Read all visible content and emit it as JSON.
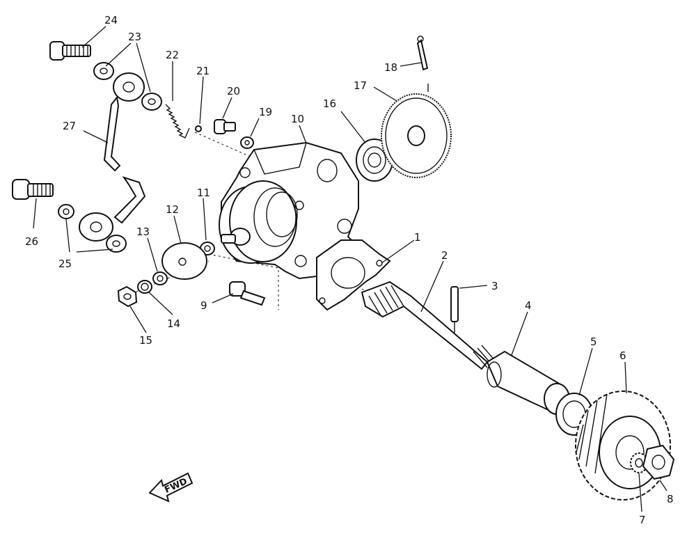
{
  "fwd_label": "FWD",
  "labels": [
    {
      "id": "1",
      "text": "1"
    },
    {
      "id": "2",
      "text": "2"
    },
    {
      "id": "3",
      "text": "3"
    },
    {
      "id": "4",
      "text": "4"
    },
    {
      "id": "5",
      "text": "5"
    },
    {
      "id": "6",
      "text": "6"
    },
    {
      "id": "7",
      "text": "7"
    },
    {
      "id": "8",
      "text": "8"
    },
    {
      "id": "9",
      "text": "9"
    },
    {
      "id": "10",
      "text": "10"
    },
    {
      "id": "11",
      "text": "11"
    },
    {
      "id": "12",
      "text": "12"
    },
    {
      "id": "13",
      "text": "13"
    },
    {
      "id": "14",
      "text": "14"
    },
    {
      "id": "15",
      "text": "15"
    },
    {
      "id": "16",
      "text": "16"
    },
    {
      "id": "17",
      "text": "17"
    },
    {
      "id": "18",
      "text": "18"
    },
    {
      "id": "19",
      "text": "19"
    },
    {
      "id": "20",
      "text": "20"
    },
    {
      "id": "21",
      "text": "21"
    },
    {
      "id": "22",
      "text": "22"
    },
    {
      "id": "23",
      "text": "23"
    },
    {
      "id": "24",
      "text": "24"
    },
    {
      "id": "25",
      "text": "25"
    },
    {
      "id": "26",
      "text": "26"
    },
    {
      "id": "27",
      "text": "27"
    }
  ]
}
